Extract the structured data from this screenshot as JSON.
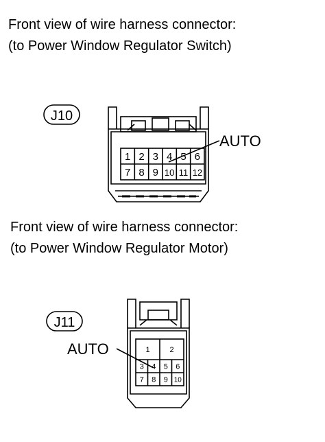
{
  "switch_connector": {
    "caption_line1": "Front view of wire harness connector:",
    "caption_line2": "(to Power Window Regulator Switch)",
    "code": "J10",
    "pins_row1": [
      "1",
      "2",
      "3",
      "4",
      "5",
      "6"
    ],
    "pins_row2": [
      "7",
      "8",
      "9",
      "10",
      "11",
      "12"
    ],
    "callout": "AUTO"
  },
  "motor_connector": {
    "caption_line1": "Front view of wire harness connector:",
    "caption_line2": "(to Power Window Regulator Motor)",
    "code": "J11",
    "pins_top": [
      "1",
      "2"
    ],
    "pins_row1": [
      "3",
      "4",
      "5",
      "6"
    ],
    "pins_row2": [
      "7",
      "8",
      "9",
      "10"
    ],
    "callout": "AUTO"
  }
}
